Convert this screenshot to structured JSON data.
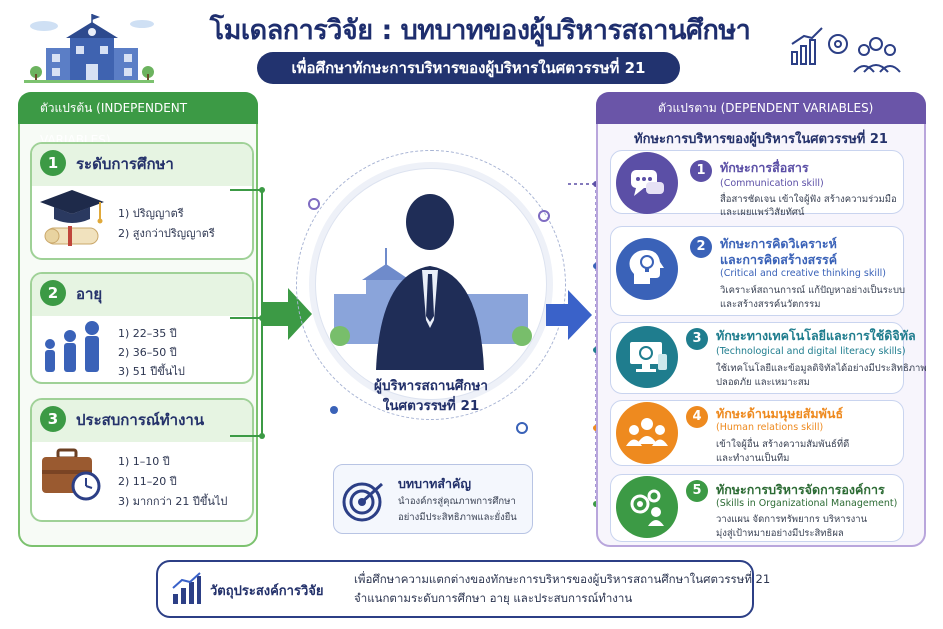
{
  "header": {
    "title": "โมเดลการวิจัย : บทบาทของผู้บริหารสถานศึกษา",
    "subtitle": "เพื่อศึกษาทักษะการบริหารของผู้บริหารในศตวรรษที่ 21"
  },
  "independent": {
    "heading": "ตัวแปรต้น (INDEPENDENT VARIABLES)",
    "groups": [
      {
        "num": "1",
        "title": "ระดับการศึกษา",
        "items": [
          "1) ปริญญาตรี",
          "2) สูงกว่าปริญญาตรี"
        ]
      },
      {
        "num": "2",
        "title": "อายุ",
        "items": [
          "1) 22–35 ปี",
          "2) 36–50 ปี",
          "3) 51 ปีขึ้นไป"
        ]
      },
      {
        "num": "3",
        "title": "ประสบการณ์ทำงาน",
        "items": [
          "1) 1–10 ปี",
          "2) 11–20 ปี",
          "3) มากกว่า 21 ปีขึ้นไป"
        ]
      }
    ]
  },
  "center": {
    "label_line1": "ผู้บริหารสถานศึกษา",
    "label_line2": "ในศตวรรษที่ 21",
    "role_title": "บทบาทสำคัญ",
    "role_line1": "นำองค์กรสู่คุณภาพการศึกษา",
    "role_line2": "อย่างมีประสิทธิภาพและยั่งยืน"
  },
  "dependent": {
    "heading": "ตัวแปรตาม (DEPENDENT VARIABLES)",
    "subheading": "ทักษะการบริหารของผู้บริหารในศตวรรษที่ 21",
    "skills": [
      {
        "num": "1",
        "title": "ทักษะการสื่อสาร",
        "title2": "",
        "en": "(Communication skill)",
        "desc1": "สื่อสารชัดเจน เข้าใจผู้ฟัง สร้างความร่วมมือ",
        "desc2": "และเผยแพร่วิสัยทัศน์",
        "color": "#5b4fa6"
      },
      {
        "num": "2",
        "title": "ทักษะการคิดวิเคราะห์",
        "title2": "และการคิดสร้างสรรค์",
        "en": "(Critical and creative thinking skill)",
        "desc1": "วิเคราะห์สถานการณ์ แก้ปัญหาอย่างเป็นระบบ",
        "desc2": "และสร้างสรรค์นวัตกรรม",
        "color": "#3a62b8"
      },
      {
        "num": "3",
        "title": "ทักษะทางเทคโนโลยีและการใช้ดิจิทัล",
        "title2": "",
        "en": "(Technological and digital literacy skills)",
        "desc1": "ใช้เทคโนโลยีและข้อมูลดิจิทัลได้อย่างมีประสิทธิภาพ",
        "desc2": "ปลอดภัย และเหมาะสม",
        "color": "#1f7d8e"
      },
      {
        "num": "4",
        "title": "ทักษะด้านมนุษยสัมพันธ์",
        "title2": "",
        "en": "(Human relations skill)",
        "desc1": "เข้าใจผู้อื่น สร้างความสัมพันธ์ที่ดี",
        "desc2": "และทำงานเป็นทีม",
        "color": "#ee8a1f"
      },
      {
        "num": "5",
        "title": "ทักษะการบริหารจัดการองค์การ",
        "title2": "",
        "en": "(Skills in Organizational Management)",
        "desc1": "วางแผน จัดการทรัพยากร บริหารงาน",
        "desc2": "มุ่งสู่เป้าหมายอย่างมีประสิทธิผล",
        "color": "#3c9a45"
      }
    ]
  },
  "objective": {
    "title": "วัตถุประสงค์การวิจัย",
    "line1": "เพื่อศึกษาความแตกต่างของทักษะการบริหารของผู้บริหารสถานศึกษาในศตวรรษที่ 21",
    "line2": "จำแนกตามระดับการศึกษา อายุ และประสบการณ์ทำงาน"
  },
  "colors": {
    "navy": "#22336f",
    "green": "#3c9a45",
    "purple": "#6a55a8",
    "blue_arrow": "#3a62c9"
  }
}
